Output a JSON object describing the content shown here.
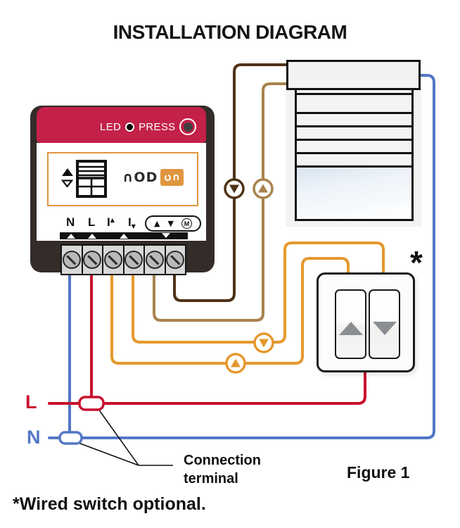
{
  "title": "INSTALLATION DIAGRAM",
  "module": {
    "led_label": "LED",
    "press_label": "PRESS",
    "logo_nod": "∩OD",
    "logo_on": "∩",
    "terminal_n": "N",
    "terminal_l": "L",
    "terminal_i": "I",
    "up_glyph": "▲",
    "down_glyph": "▼",
    "motor_label": "M"
  },
  "switch_panel": {
    "asterisk": "*"
  },
  "power_lines": {
    "live": "L",
    "neutral": "N"
  },
  "callout": {
    "line1": "Connection",
    "line2": "terminal"
  },
  "figure_label": "Figure 1",
  "footnote": "*Wired switch optional.",
  "icons": {
    "led": "small-black-dot",
    "press": "round-push-button",
    "module_pictogram": "roller-shutter-window",
    "logo_power": "power-symbol",
    "badges": [
      "down-arrow-brown",
      "up-arrow-tan",
      "down-arrow-orange",
      "up-arrow-orange"
    ],
    "rockers": [
      "up-arrow-gray",
      "down-arrow-gray"
    ]
  },
  "colors": {
    "module_red": "#c32148",
    "wire_red": "#c9102f",
    "wire_blue": "#5377c5",
    "wire_orange": "#e5982e",
    "wire_tan": "#a8834c",
    "wire_brown": "#4e3216",
    "accent_orange": "#e0953f",
    "rocker_gray": "#8b8f94"
  }
}
